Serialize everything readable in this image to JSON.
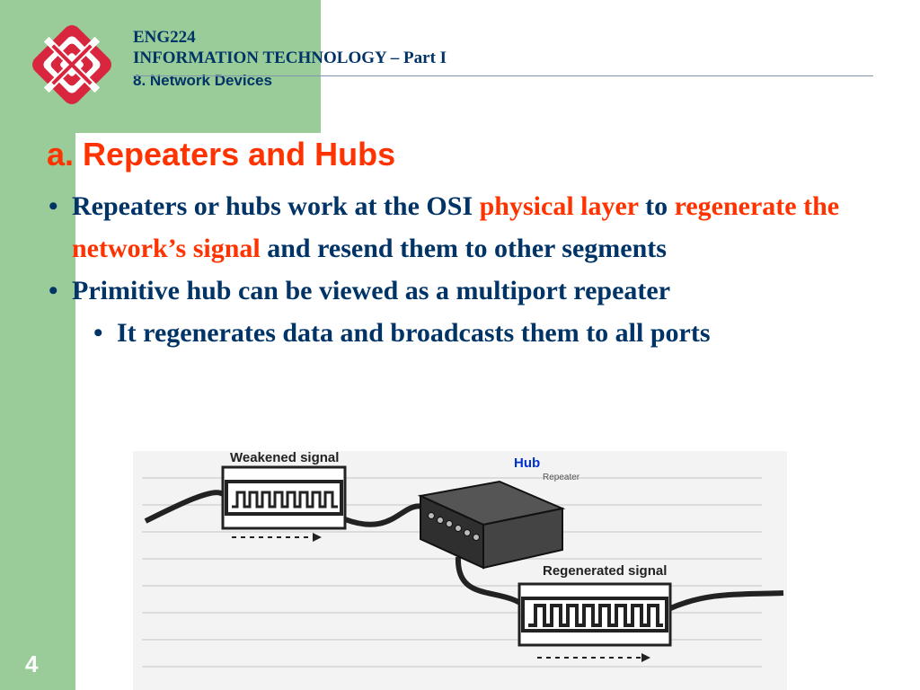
{
  "header": {
    "course_code": "ENG224",
    "course_title": "INFORMATION TECHNOLOGY – Part I",
    "section": "8. Network Devices"
  },
  "slide": {
    "title": "a. Repeaters and Hubs",
    "page_number": "4"
  },
  "bullets": [
    {
      "segments": [
        "Repeaters or hubs work at the OSI ",
        "physical layer",
        " to ",
        "regenerate the network’s signal",
        " and resend them to other segments"
      ]
    },
    {
      "text": "Primitive hub can be viewed as a multiport repeater"
    },
    {
      "text": "It regenerates data and broadcasts them to all ports"
    }
  ],
  "figure": {
    "weakened_label": "Weakened signal",
    "hub_label": "Hub",
    "repeater_label": "Repeater",
    "regenerated_label": "Regenerated signal"
  },
  "colors": {
    "accent": "#ff3300",
    "text": "#003366",
    "sidebar": "#99cc99",
    "logo": "#d7263d"
  },
  "icons": {
    "logo": "polyu-logo-icon"
  }
}
